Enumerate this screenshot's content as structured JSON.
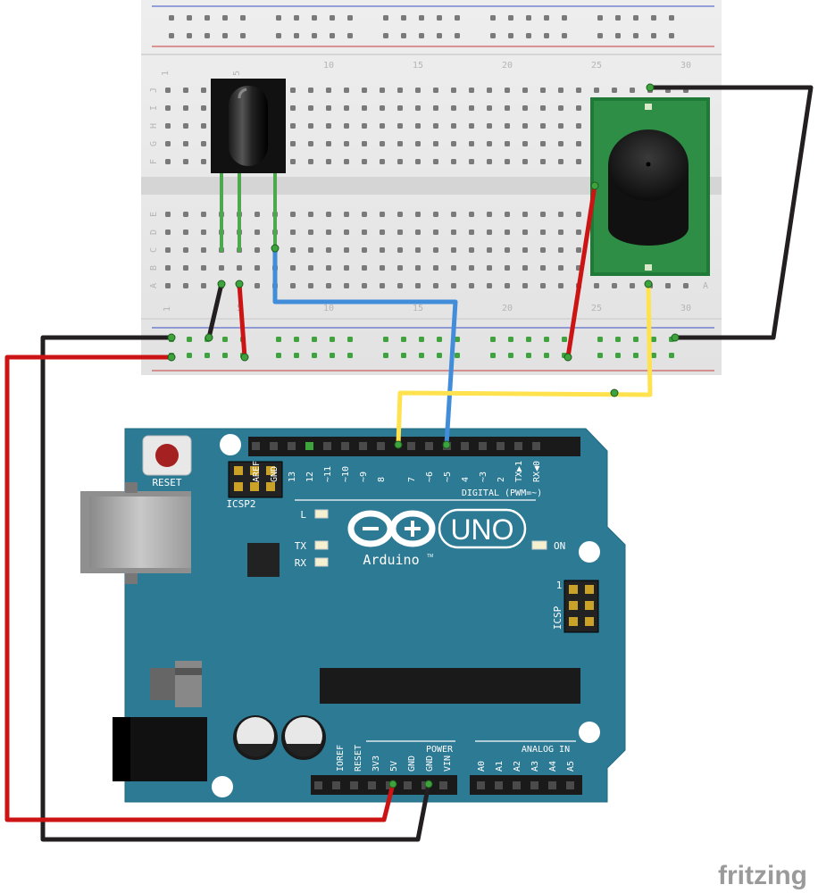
{
  "breadboard": {
    "columns_top": [
      "1",
      "5",
      "10",
      "15",
      "20",
      "25",
      "30"
    ],
    "columns_bottom": [
      "1",
      "5",
      "10",
      "15",
      "20",
      "25",
      "30"
    ],
    "rows_top": [
      "J",
      "I",
      "H",
      "G",
      "F"
    ],
    "rows_bottom": [
      "E",
      "D",
      "C",
      "B",
      "A"
    ]
  },
  "buzzer": {
    "side_label": "A"
  },
  "arduino": {
    "reset_label": "RESET",
    "icsp2_label": "ICSP2",
    "icsp_label": "ICSP",
    "icsp_pin1": "1",
    "digital_pins": [
      "AREF",
      "GND",
      "13",
      "12",
      "~11",
      "~10",
      "~9",
      "8",
      "7",
      "~6",
      "~5",
      "4",
      "~3",
      "2",
      "TX▶1",
      "RX◀0"
    ],
    "digital_label": "DIGITAL (PWM=~)",
    "led_l": "L",
    "led_tx": "TX",
    "led_rx": "RX",
    "led_on": "ON",
    "logo_text": "Arduino",
    "model": "UNO",
    "trademark": "TM",
    "power_label": "POWER",
    "analog_label": "ANALOG IN",
    "power_pins": [
      "IOREF",
      "RESET",
      "3V3",
      "5V",
      "GND",
      "GND",
      "VIN"
    ],
    "analog_pins": [
      "A0",
      "A1",
      "A2",
      "A3",
      "A4",
      "A5"
    ]
  },
  "wire_colors": {
    "black": "#231f20",
    "red": "#cc1414",
    "blue": "#418dd9",
    "yellow": "#ffe24d",
    "green": "#4ea84e"
  },
  "board_color": "#2d7a94",
  "watermark": "fritzing"
}
